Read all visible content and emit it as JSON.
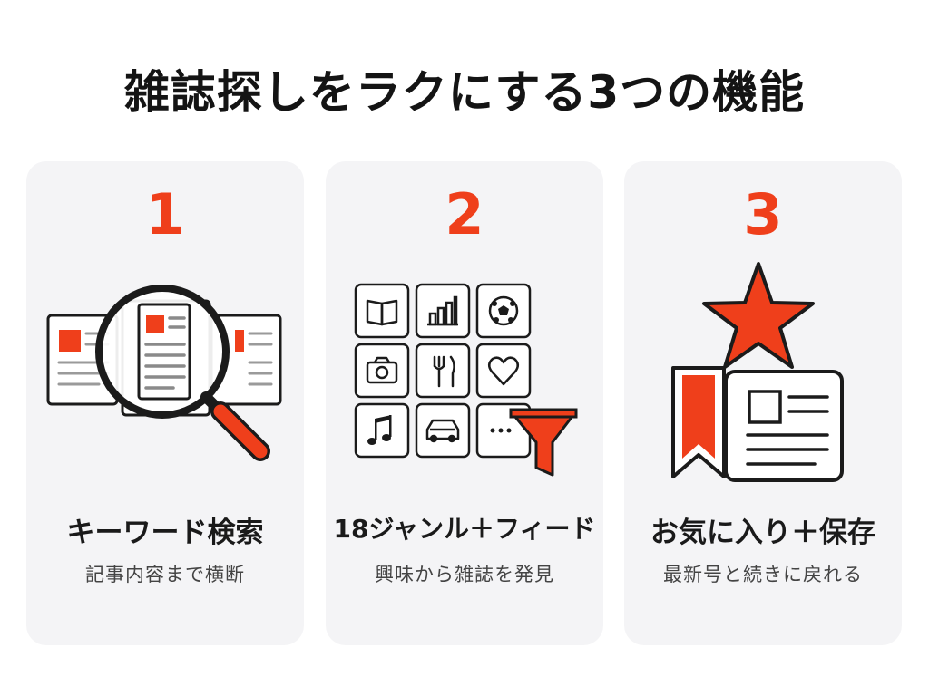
{
  "title": "雑誌探しをラクにする3つの機能",
  "colors": {
    "accent": "#ef3f1b",
    "card_background": "#f4f4f6",
    "text": "#1a1a1a"
  },
  "cards": [
    {
      "number": "1",
      "title": "キーワード検索",
      "subtitle": "記事内容まで横断",
      "icon": "magnifier-over-documents-icon"
    },
    {
      "number": "2",
      "title": "18ジャンル＋フィード",
      "subtitle": "興味から雑誌を発見",
      "icon": "genre-grid-with-filter-icon",
      "grid_icons": [
        "book-icon",
        "bar-chart-icon",
        "soccer-ball-icon",
        "camera-icon",
        "fork-knife-icon",
        "heart-icon",
        "music-note-icon",
        "car-icon",
        "more-dots-icon"
      ]
    },
    {
      "number": "3",
      "title": "お気に入り＋保存",
      "subtitle": "最新号と続きに戻れる",
      "icon": "star-bookmark-card-icon"
    }
  ]
}
